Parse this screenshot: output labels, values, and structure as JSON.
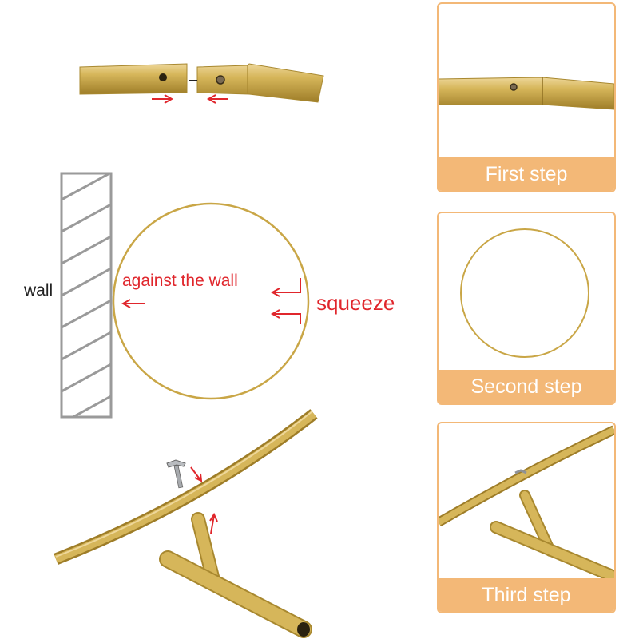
{
  "labels": {
    "wall": "wall",
    "against_wall": "against the wall",
    "squeeze": "squeeze"
  },
  "steps": [
    {
      "label": "First step"
    },
    {
      "label": "Second step"
    },
    {
      "label": "Third step"
    }
  ],
  "colors": {
    "gold": "#c9a646",
    "gold_light": "#e2c670",
    "gold_dark": "#9e7d28",
    "arrow_red": "#e0262c",
    "panel_accent": "#f3b877",
    "hatch_gray": "#9a9a9a"
  }
}
